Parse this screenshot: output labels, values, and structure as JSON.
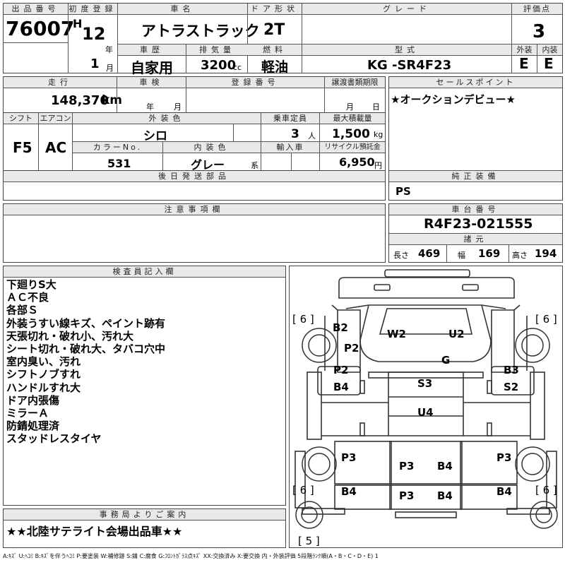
{
  "header": {
    "lot_no_label": "出品番号",
    "lot_no": "76007",
    "first_reg_label": "初度登録",
    "era": "H",
    "year": "12",
    "year_unit": "年",
    "month": "1",
    "month_unit": "月",
    "car_name_label": "車名",
    "car_name": "アトラストラック",
    "door_label": "ドア形状",
    "door": "2T",
    "grade_label": "グレード",
    "grade": "",
    "score_label": "評価点",
    "score": "3",
    "history_label": "車歴",
    "history": "自家用",
    "displacement_label": "排気量",
    "displacement": "3200",
    "displacement_unit": "cc",
    "fuel_label": "燃料",
    "fuel": "軽油",
    "model_label": "型式",
    "model": "KG -SR4F23",
    "exterior_label": "外装",
    "exterior": "E",
    "interior_label": "内装",
    "interior": "E"
  },
  "row2": {
    "mileage_label": "走行",
    "mileage": "148,370",
    "mileage_unit": "km",
    "shaken_label": "車検",
    "shaken_year_unit": "年",
    "shaken_month_unit": "月",
    "reg_no_label": "登録番号",
    "transfer_label": "譲渡書類期限",
    "transfer_month_unit": "月",
    "transfer_day_unit": "日",
    "sales_point_label": "セールスポイント",
    "sales_point": "★オークションデビュー★"
  },
  "row3": {
    "shift_label": "シフト",
    "shift": "F5",
    "ac_label": "エアコン",
    "ac": "AC",
    "ext_color_label": "外装色",
    "ext_color": "シロ",
    "capacity_label": "乗車定員",
    "capacity": "3",
    "capacity_unit": "人",
    "max_load_label": "最大積載量",
    "max_load": "1,500",
    "max_load_unit": "kg",
    "color_no_label": "カラーNo.",
    "color_no": "531",
    "int_color_label": "内装色",
    "int_color": "グレー",
    "int_color_suffix": "系",
    "import_label": "輸入車",
    "recycle_label": "リサイクル預託金",
    "recycle": "6,950",
    "recycle_unit": "円",
    "later_parts_label": "後日発送部品",
    "genuine_label": "純正装備",
    "genuine": "PS"
  },
  "row4": {
    "notes_label": "注意事項欄",
    "chassis_label": "車台番号",
    "chassis_no": "R4F23-021555",
    "spec_label": "諸元",
    "length_label": "長さ",
    "length": "469",
    "width_label": "幅",
    "width": "169",
    "height_label": "高さ",
    "height": "194"
  },
  "inspector": {
    "label": "検査員記入欄",
    "lines": [
      "下廻りS大",
      "ＡＣ不良",
      "各部Ｓ",
      "外装うすい線キズ、ペイント跡有",
      "天張切れ・破れ小、汚れ大",
      "シート切れ・破れ大、タバコ穴中",
      "室内臭い、汚れ",
      "シフトノブすれ",
      "ハンドルすれ大",
      "ドア内張傷",
      "ミラーＡ",
      "防錆処理済",
      "スタッドレスタイヤ"
    ]
  },
  "diagram": {
    "tire_front_left": "[ 6 ]",
    "tire_front_right": "[ 6 ]",
    "tire_rear_left": "[ 6 ]",
    "tire_rear_right": "[ 6 ]",
    "spare": "[ 5 ]",
    "marks": [
      "B2",
      "W2",
      "U2",
      "P2",
      "G",
      "P2",
      "B3",
      "B4",
      "S3",
      "S2",
      "U4",
      "P3",
      "P3",
      "P3",
      "B4",
      "B4",
      "P3",
      "B4",
      "B4"
    ]
  },
  "office": {
    "label": "事務局よりご案内",
    "message": "★★北陸サテライト会場出品車★★"
  },
  "legend": "A:ｷｽﾞ U:ﾍｺﾐ B:ｷｽﾞを伴うﾍｺﾐ P:要塗装 W:補修跡 S:錆 C:腐食 G:ﾌﾛﾝﾄｶﾞﾗｽ点ｷｽﾞ XX:交換済み X:要交換 内・外装評価 5段階ﾗﾝｸ順(A・B・C・D・E) 1"
}
